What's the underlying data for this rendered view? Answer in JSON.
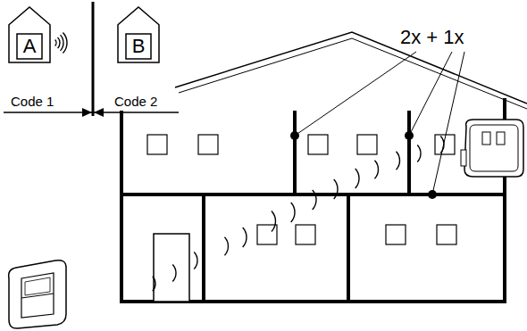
{
  "diagram": {
    "nodes": [
      {
        "text": [
          "A"
        ]
      },
      {
        "text": [
          "B"
        ]
      }
    ],
    "labels": [
      "Code 1",
      "Code 2",
      "2x + 1x"
    ]
  }
}
